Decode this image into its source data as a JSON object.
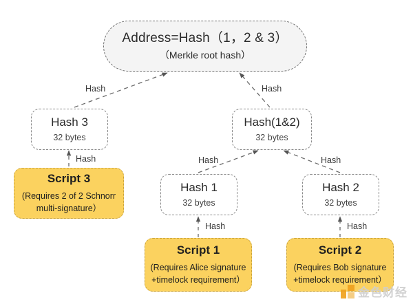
{
  "diagram": {
    "title": "Taproot MAST merkle tree",
    "type": "tree",
    "nodes": [
      {
        "id": "root",
        "kind": "root",
        "title": "Address=Hash（1，2 & 3）",
        "subtitle": "（Merkle root hash）"
      },
      {
        "id": "hash3",
        "kind": "hash",
        "title": "Hash 3",
        "subtitle": "32 bytes"
      },
      {
        "id": "hash12",
        "kind": "hash",
        "title": "Hash(1&2)",
        "subtitle": "32 bytes"
      },
      {
        "id": "hash1",
        "kind": "hash",
        "title": "Hash 1",
        "subtitle": "32 bytes"
      },
      {
        "id": "hash2",
        "kind": "hash",
        "title": "Hash 2",
        "subtitle": "32 bytes"
      },
      {
        "id": "script3",
        "kind": "script",
        "title": "Script 3",
        "subtitle": "(Requires 2 of 2 Schnorr multi-signature）"
      },
      {
        "id": "script1",
        "kind": "script",
        "title": "Script 1",
        "subtitle": "(Requires Alice signature +timelock requirement）"
      },
      {
        "id": "script2",
        "kind": "script",
        "title": "Script 2",
        "subtitle": "(Requires Bob signature +timelock requirement）"
      }
    ],
    "edges": [
      {
        "id": "e-hash3-root",
        "from": "hash3",
        "to": "root",
        "label": "Hash"
      },
      {
        "id": "e-hash12-root",
        "from": "hash12",
        "to": "root",
        "label": "Hash"
      },
      {
        "id": "e-hash1-hash12",
        "from": "hash1",
        "to": "hash12",
        "label": "Hash"
      },
      {
        "id": "e-hash2-hash12",
        "from": "hash2",
        "to": "hash12",
        "label": "Hash"
      },
      {
        "id": "e-script3-hash3",
        "from": "script3",
        "to": "hash3",
        "label": "Hash"
      },
      {
        "id": "e-script1-hash1",
        "from": "script1",
        "to": "hash1",
        "label": "Hash"
      },
      {
        "id": "e-script2-hash2",
        "from": "script2",
        "to": "hash2",
        "label": "Hash"
      }
    ],
    "colors": {
      "script_fill": "#fbd25f",
      "script_border": "#c9a33c",
      "root_fill": "#f4f4f4",
      "node_border": "#8a8a8a",
      "edge": "#6b6b6b",
      "text": "#2b2b2b",
      "watermark_accent": "#f0a21e",
      "watermark_text": "#cfcfcf"
    }
  },
  "watermark": {
    "text": "金色财经",
    "icon": "jinse-logo-icon"
  }
}
